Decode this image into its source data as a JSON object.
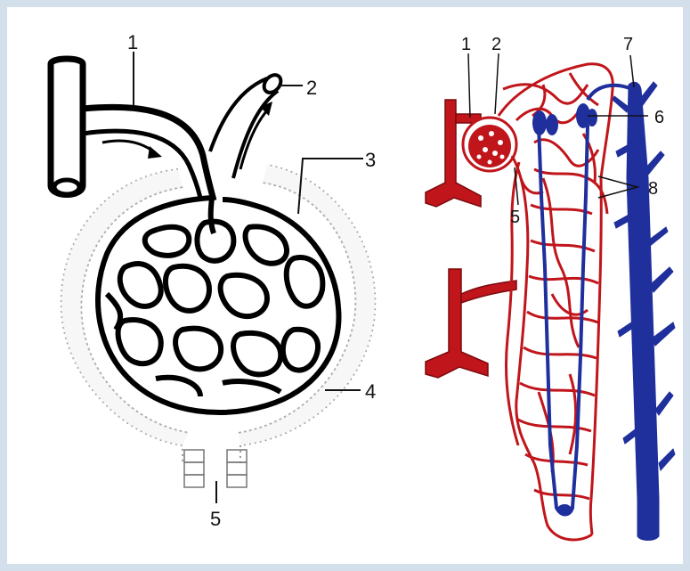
{
  "colors": {
    "background": "#d4dfec",
    "artery": "#c0151b",
    "vein": "#1f2f9c",
    "ink": "#111111"
  },
  "left_diagram": {
    "labels": [
      "1",
      "2",
      "3",
      "4",
      "5"
    ]
  },
  "right_diagram": {
    "labels": [
      "1",
      "2",
      "5",
      "6",
      "7",
      "8"
    ]
  }
}
